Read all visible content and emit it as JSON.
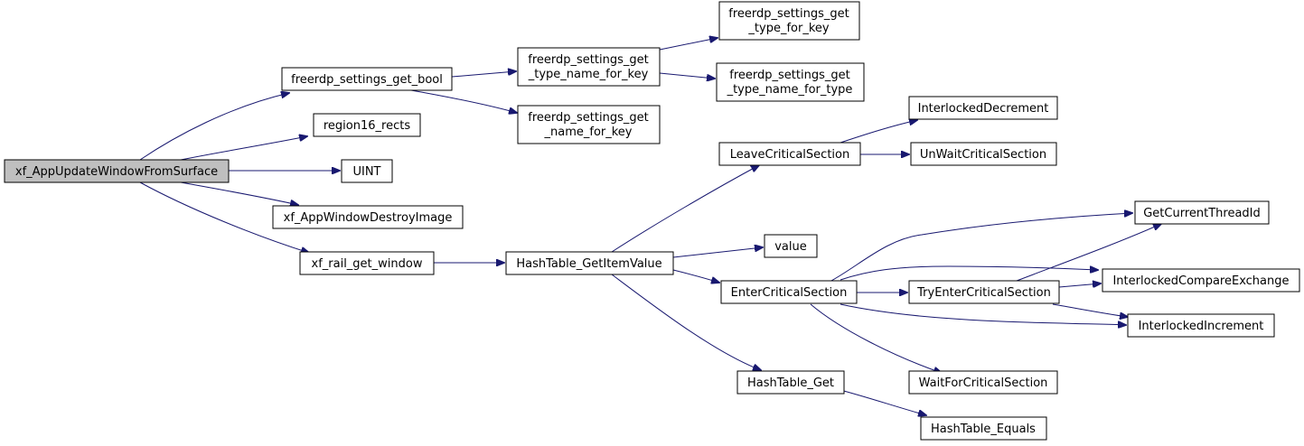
{
  "diagram": {
    "nodes": [
      {
        "id": "root",
        "lines": [
          "xf_AppUpdateWindowFromSurface"
        ],
        "highlight": true
      },
      {
        "id": "get_bool",
        "lines": [
          "freerdp_settings_get_bool"
        ]
      },
      {
        "id": "region16",
        "lines": [
          "region16_rects"
        ]
      },
      {
        "id": "uint",
        "lines": [
          "UINT"
        ]
      },
      {
        "id": "destroy_image",
        "lines": [
          "xf_AppWindowDestroyImage"
        ]
      },
      {
        "id": "rail_get_window",
        "lines": [
          "xf_rail_get_window"
        ]
      },
      {
        "id": "type_name_for_key",
        "lines": [
          "freerdp_settings_get",
          "_type_name_for_key"
        ]
      },
      {
        "id": "name_for_key",
        "lines": [
          "freerdp_settings_get",
          "_name_for_key"
        ]
      },
      {
        "id": "type_for_key",
        "lines": [
          "freerdp_settings_get",
          "_type_for_key"
        ]
      },
      {
        "id": "type_name_for_type",
        "lines": [
          "freerdp_settings_get",
          "_type_name_for_type"
        ]
      },
      {
        "id": "get_item_value",
        "lines": [
          "HashTable_GetItemValue"
        ]
      },
      {
        "id": "leave_cs",
        "lines": [
          "LeaveCriticalSection"
        ]
      },
      {
        "id": "value",
        "lines": [
          "value"
        ]
      },
      {
        "id": "enter_cs",
        "lines": [
          "EnterCriticalSection"
        ]
      },
      {
        "id": "hashtable_get",
        "lines": [
          "HashTable_Get"
        ]
      },
      {
        "id": "interlocked_dec",
        "lines": [
          "InterlockedDecrement"
        ]
      },
      {
        "id": "unwait_cs",
        "lines": [
          "UnWaitCriticalSection"
        ]
      },
      {
        "id": "try_enter_cs",
        "lines": [
          "TryEnterCriticalSection"
        ]
      },
      {
        "id": "wait_for_cs",
        "lines": [
          "WaitForCriticalSection"
        ]
      },
      {
        "id": "hashtable_equals",
        "lines": [
          "HashTable_Equals"
        ]
      },
      {
        "id": "current_thread_id",
        "lines": [
          "GetCurrentThreadId"
        ]
      },
      {
        "id": "interlocked_cmpxchg",
        "lines": [
          "InterlockedCompareExchange"
        ]
      },
      {
        "id": "interlocked_inc",
        "lines": [
          "InterlockedIncrement"
        ]
      }
    ],
    "edges": [
      {
        "from": "root",
        "to": "get_bool"
      },
      {
        "from": "root",
        "to": "region16"
      },
      {
        "from": "root",
        "to": "uint"
      },
      {
        "from": "root",
        "to": "destroy_image"
      },
      {
        "from": "root",
        "to": "rail_get_window"
      },
      {
        "from": "get_bool",
        "to": "type_name_for_key"
      },
      {
        "from": "get_bool",
        "to": "name_for_key"
      },
      {
        "from": "type_name_for_key",
        "to": "type_for_key"
      },
      {
        "from": "type_name_for_key",
        "to": "type_name_for_type"
      },
      {
        "from": "rail_get_window",
        "to": "get_item_value"
      },
      {
        "from": "get_item_value",
        "to": "leave_cs"
      },
      {
        "from": "get_item_value",
        "to": "value"
      },
      {
        "from": "get_item_value",
        "to": "enter_cs"
      },
      {
        "from": "get_item_value",
        "to": "hashtable_get"
      },
      {
        "from": "leave_cs",
        "to": "interlocked_dec"
      },
      {
        "from": "leave_cs",
        "to": "unwait_cs"
      },
      {
        "from": "enter_cs",
        "to": "current_thread_id"
      },
      {
        "from": "enter_cs",
        "to": "interlocked_cmpxchg"
      },
      {
        "from": "enter_cs",
        "to": "try_enter_cs"
      },
      {
        "from": "enter_cs",
        "to": "interlocked_inc"
      },
      {
        "from": "enter_cs",
        "to": "wait_for_cs"
      },
      {
        "from": "try_enter_cs",
        "to": "current_thread_id"
      },
      {
        "from": "try_enter_cs",
        "to": "interlocked_cmpxchg"
      },
      {
        "from": "try_enter_cs",
        "to": "interlocked_inc"
      },
      {
        "from": "hashtable_get",
        "to": "hashtable_equals"
      }
    ]
  }
}
